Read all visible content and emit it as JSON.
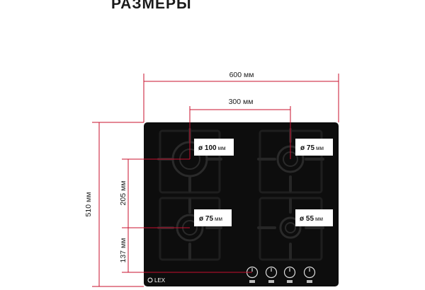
{
  "page": {
    "title": "РАЗМЕРЫ"
  },
  "dimensions": {
    "width_total": "600 мм",
    "burner_spacing_horizontal": "300 мм",
    "height_total": "510 мм",
    "burner_spacing_vertical": "205 мм",
    "front_offset": "137 мм"
  },
  "burners": [
    {
      "diameter_value": "ø 100",
      "unit": "мм"
    },
    {
      "diameter_value": "ø 75",
      "unit": "мм"
    },
    {
      "diameter_value": "ø 75",
      "unit": "мм"
    },
    {
      "diameter_value": "ø 55",
      "unit": "мм"
    }
  ],
  "product": {
    "brand": "LEX",
    "knob_count": 4
  },
  "colors": {
    "dimension_line": "#c8102e",
    "hob_surface": "#0d0d0d",
    "grate": "#1c1c1c",
    "label_bg": "#ffffff"
  }
}
